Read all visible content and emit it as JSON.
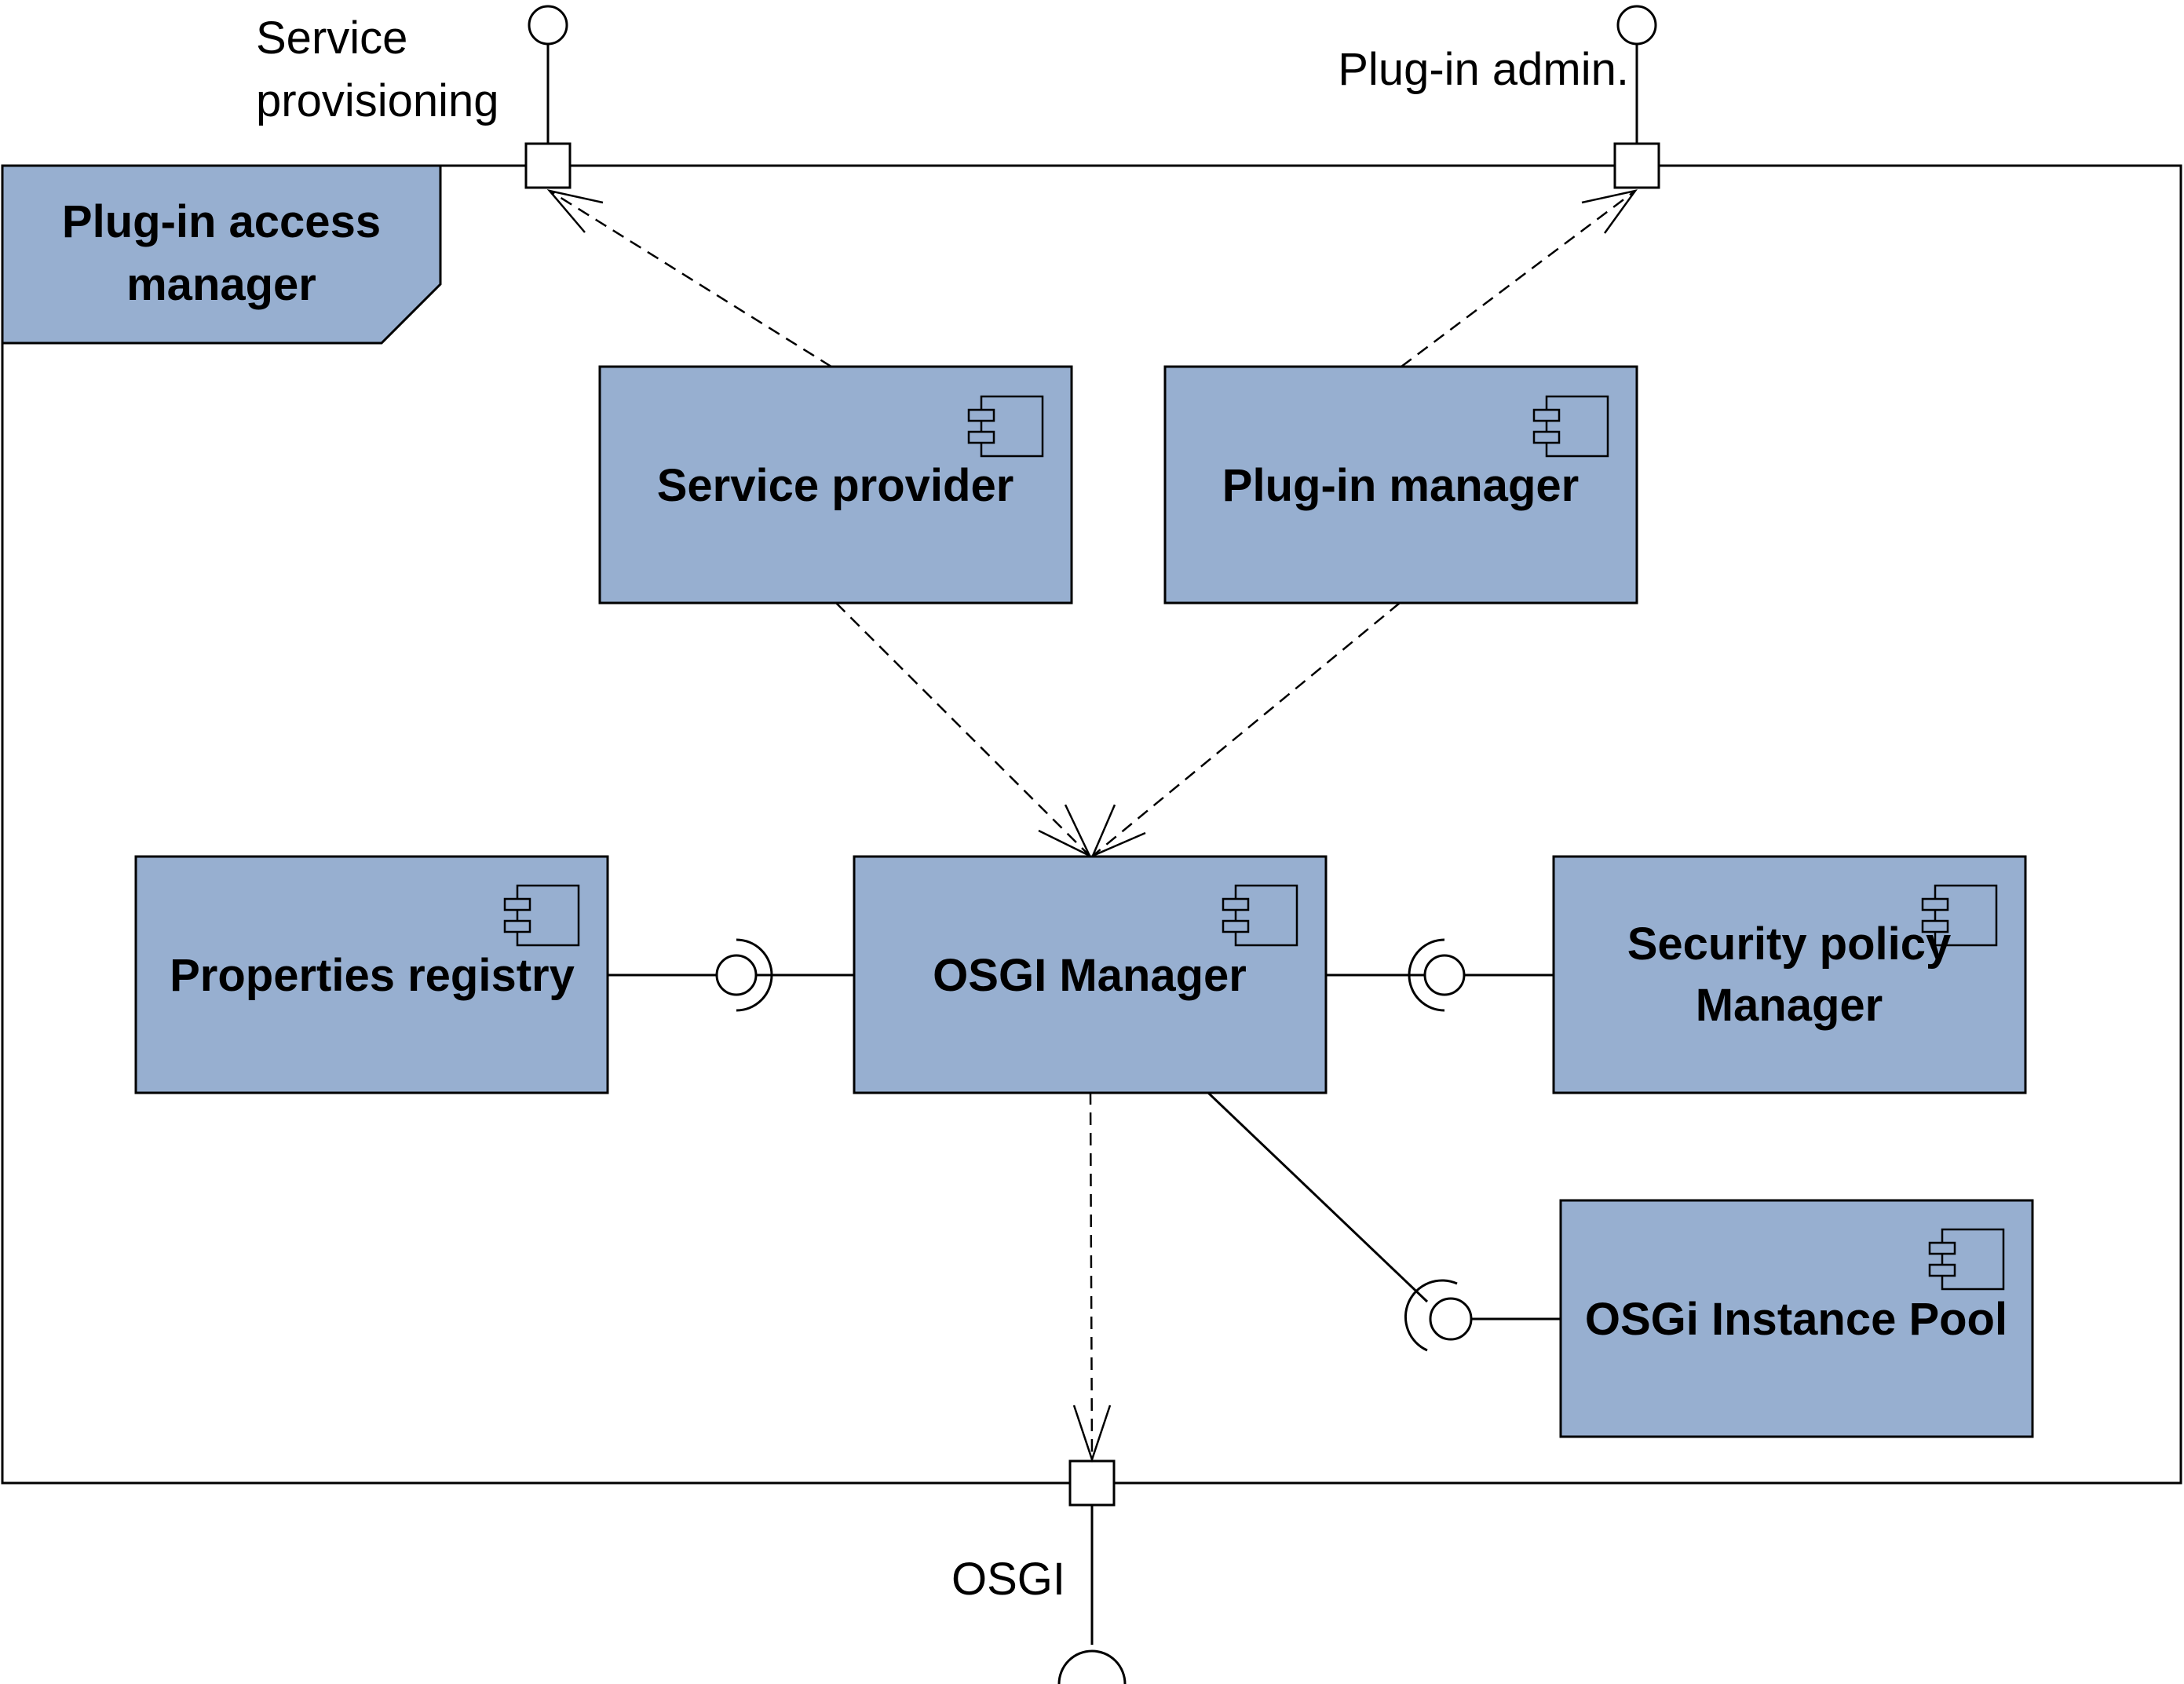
{
  "diagram": {
    "frame_title_line1": "Plug-in access",
    "frame_title_line2": "manager",
    "components": {
      "service_provider": "Service provider",
      "plugin_manager": "Plug-in manager",
      "properties_registry": "Properties registry",
      "osgi_manager": "OSGI Manager",
      "security_policy_line1": "Security policy",
      "security_policy_line2": "Manager",
      "osgi_instance_pool": "OSGi Instance Pool"
    },
    "ports": {
      "service_provisioning_line1": "Service",
      "service_provisioning_line2": "provisioning",
      "plugin_admin": "Plug-in admin.",
      "osgi": "OSGI"
    }
  },
  "colors": {
    "component_fill": "#97afd0",
    "stroke": "#000000",
    "background": "#ffffff"
  }
}
